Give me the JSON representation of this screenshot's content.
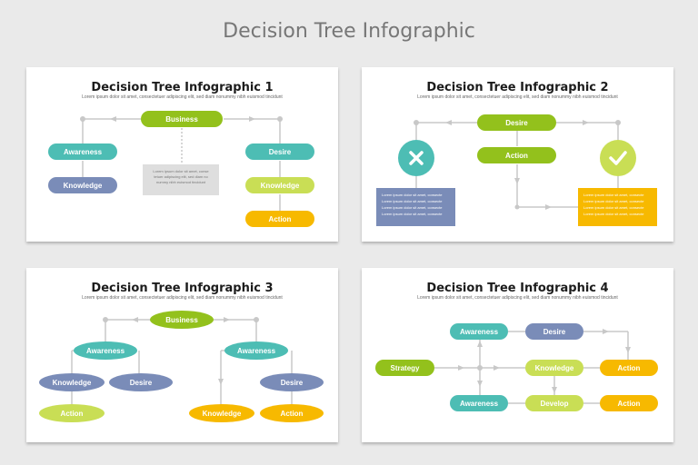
{
  "page_title": "Decision Tree Infographic",
  "subtitle": "Lorem ipsum dolor sit amet, consectetuer adipiscing elit, sed diam nonummy nibh euismod tincidunt",
  "slides": [
    {
      "title": "Decision Tree Infographic 1",
      "nodes": {
        "business": "Business",
        "awareness": "Awareness",
        "knowledge": "Knowledge",
        "desire": "Desire",
        "knowledge2": "Knowledge",
        "action": "Action"
      },
      "note_lines": [
        "Lorem ipsum dolor sit amet, conse",
        "tetuer adipiscing elit, sed diam no",
        "nummy nibh euismod tincidunt"
      ]
    },
    {
      "title": "Decision Tree Infographic 2",
      "nodes": {
        "desire": "Desire",
        "action": "Action"
      },
      "icons": {
        "cross": "x-icon",
        "check": "check-icon"
      },
      "left_card": [
        "Lorem ipsum dolor sit amet, consecte",
        "Lorem ipsum dolor sit amet, consecte",
        "Lorem ipsum dolor sit amet, consecte",
        "Lorem ipsum dolor sit amet, consecte"
      ],
      "right_card": [
        "Lorem ipsum dolor sit amet, consecte",
        "Lorem ipsum dolor sit amet, consecte",
        "Lorem ipsum dolor sit amet, consecte",
        "Lorem ipsum dolor sit amet, consecte"
      ]
    },
    {
      "title": "Decision Tree Infographic 3",
      "nodes": {
        "business": "Business",
        "awareness": "Awareness",
        "knowledge": "Knowledge",
        "desire": "Desire",
        "action": "Action",
        "awareness2": "Awareness",
        "desire2": "Desire",
        "knowledge2": "Knowledge",
        "action2": "Action"
      }
    },
    {
      "title": "Decision Tree Infographic 4",
      "nodes": {
        "strategy": "Strategy",
        "awareness": "Awareness",
        "desire": "Desire",
        "action": "Action",
        "knowledge": "Knowledge",
        "action2": "Action",
        "awareness2": "Awareness",
        "develop": "Develop",
        "action3": "Action"
      }
    }
  ],
  "colors": {
    "green": "#93c11c",
    "teal": "#4dbdb4",
    "blue": "#7a8cb8",
    "lime": "#c9de55",
    "yellow": "#f7b900",
    "line": "#c8c8c8"
  }
}
